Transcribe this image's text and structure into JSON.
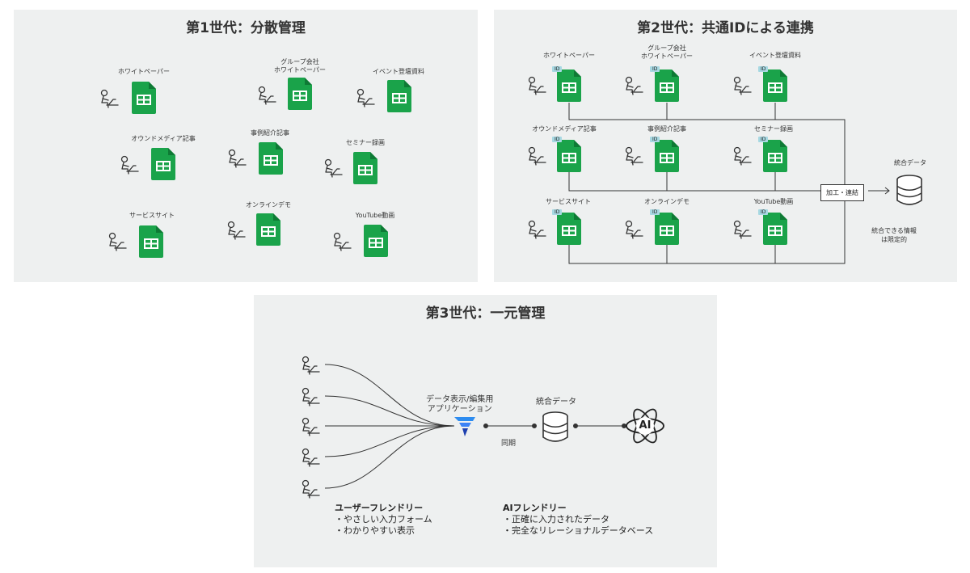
{
  "gen1": {
    "title": "第1世代：分散管理",
    "items": [
      {
        "label": "ホワイトペーパー"
      },
      {
        "label": "グループ会社\nホワイトペーパー"
      },
      {
        "label": "イベント登壇資料"
      },
      {
        "label": "オウンドメディア記事"
      },
      {
        "label": "事例紹介記事"
      },
      {
        "label": "セミナー録画"
      },
      {
        "label": "サービスサイト"
      },
      {
        "label": "オンラインデモ"
      },
      {
        "label": "YouTube動画"
      }
    ]
  },
  "gen2": {
    "title": "第2世代：共通IDによる連携",
    "items": [
      {
        "label": "ホワイトペーパー"
      },
      {
        "label": "グループ会社\nホワイトペーパー"
      },
      {
        "label": "イベント登壇資料"
      },
      {
        "label": "オウンドメディア記事"
      },
      {
        "label": "事例紹介記事"
      },
      {
        "label": "セミナー録画"
      },
      {
        "label": "サービスサイト"
      },
      {
        "label": "オンラインデモ"
      },
      {
        "label": "YouTube動画"
      }
    ],
    "id_badge": "ID",
    "process_label": "加工・連結",
    "db_label": "統合データ",
    "note": "統合できる情報\nは限定的"
  },
  "gen3": {
    "title": "第3世代：一元管理",
    "app_label": "データ表示/編集用\nアプリケーション",
    "db_label": "統合データ",
    "sync_label": "同期",
    "ai_label": "AI",
    "user_friendly": {
      "heading": "ユーザーフレンドリー",
      "items": [
        "・やさしい入力フォーム",
        "・わかりやすい表示"
      ]
    },
    "ai_friendly": {
      "heading": "AIフレンドリー",
      "items": [
        "・正確に入力されたデータ",
        "・完全なリレーショナルデータベース"
      ]
    }
  },
  "colors": {
    "panel_bg": "#eef0f0",
    "sheet_green": "#1aa34a",
    "sheet_fold": "#0e7a35",
    "id_badge": "#a7d8e2",
    "app_blue": "#3b82f6"
  },
  "icons": [
    "person-at-laptop-icon",
    "spreadsheet-icon",
    "database-icon",
    "ai-atom-icon",
    "app-logo-icon"
  ]
}
